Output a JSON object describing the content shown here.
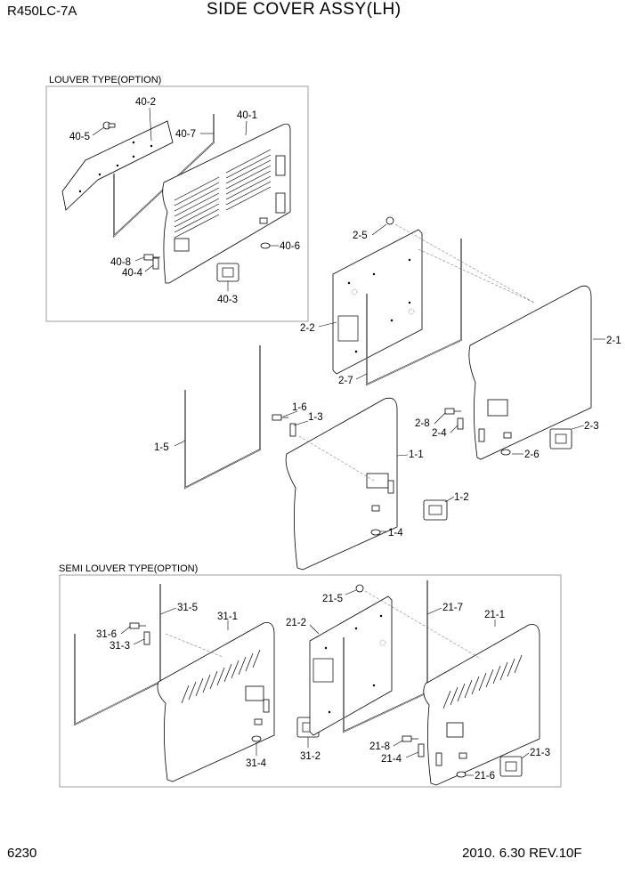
{
  "header": {
    "model": "R450LC-7A",
    "title": "SIDE COVER ASSY(LH)"
  },
  "footer": {
    "page_number": "6230",
    "revision": "2010. 6.30  REV.10F"
  },
  "sections": {
    "louver": "LOUVER TYPE(OPTION)",
    "semi_louver": "SEMI LOUVER TYPE(OPTION)"
  },
  "callouts": {
    "c40_1": "40-1",
    "c40_2": "40-2",
    "c40_3": "40-3",
    "c40_4": "40-4",
    "c40_5": "40-5",
    "c40_6": "40-6",
    "c40_7": "40-7",
    "c40_8": "40-8",
    "c2_1": "2-1",
    "c2_2": "2-2",
    "c2_3": "2-3",
    "c2_4": "2-4",
    "c2_5": "2-5",
    "c2_6": "2-6",
    "c2_7": "2-7",
    "c2_8": "2-8",
    "c1_1": "1-1",
    "c1_2": "1-2",
    "c1_3": "1-3",
    "c1_4": "1-4",
    "c1_5": "1-5",
    "c1_6": "1-6",
    "c31_1": "31-1",
    "c31_2": "31-2",
    "c31_3": "31-3",
    "c31_4": "31-4",
    "c31_5": "31-5",
    "c31_6": "31-6",
    "c21_1": "21-1",
    "c21_2": "21-2",
    "c21_3": "21-3",
    "c21_4": "21-4",
    "c21_5": "21-5",
    "c21_6": "21-6",
    "c21_7": "21-7",
    "c21_8": "21-8"
  }
}
